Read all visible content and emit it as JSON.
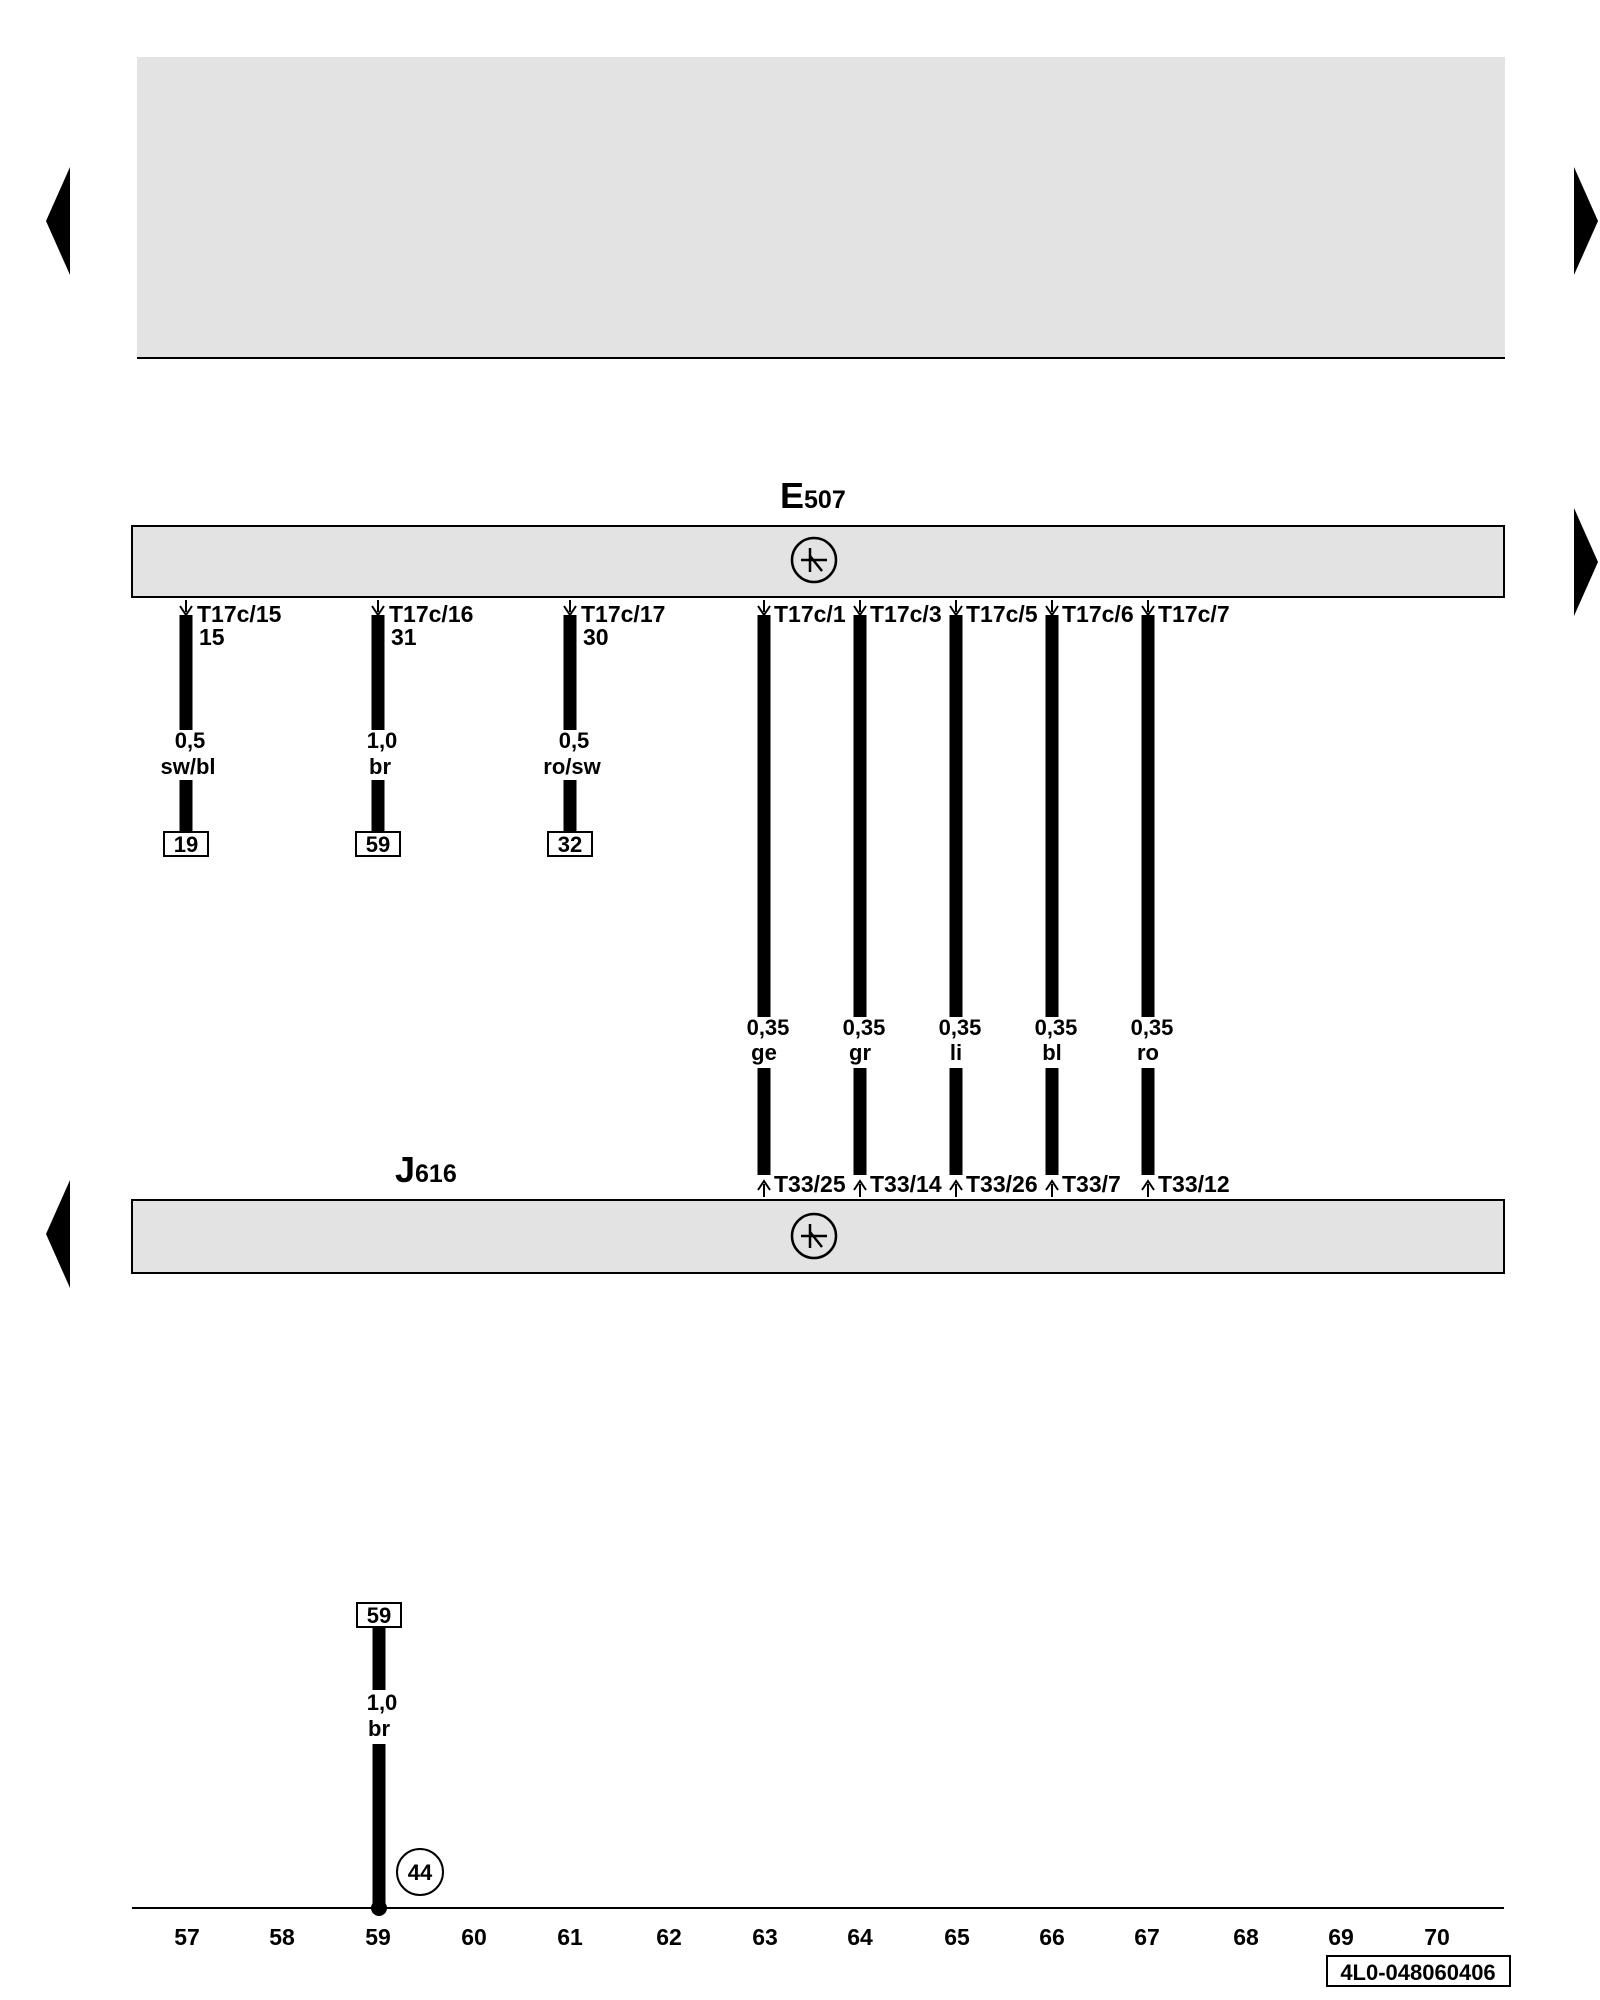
{
  "components": {
    "upper": {
      "name_main": "E",
      "name_sub": "507"
    },
    "lower": {
      "name_main": "J",
      "name_sub": "616"
    }
  },
  "left_wires": [
    {
      "pin": "T17c/15",
      "terminal": "15",
      "gauge": "0,5",
      "color": "sw/bl",
      "ref": "19"
    },
    {
      "pin": "T17c/16",
      "terminal": "31",
      "gauge": "1,0",
      "color": "br",
      "ref": "59"
    },
    {
      "pin": "T17c/17",
      "terminal": "30",
      "gauge": "0,5",
      "color": "ro/sw",
      "ref": "32"
    }
  ],
  "bus_wires": [
    {
      "pin_top": "T17c/1",
      "pin_bottom": "T33/25",
      "gauge": "0,35",
      "color": "ge"
    },
    {
      "pin_top": "T17c/3",
      "pin_bottom": "T33/14",
      "gauge": "0,35",
      "color": "gr"
    },
    {
      "pin_top": "T17c/5",
      "pin_bottom": "T33/26",
      "gauge": "0,35",
      "color": "li"
    },
    {
      "pin_top": "T17c/6",
      "pin_bottom": "T33/7",
      "gauge": "0,35",
      "color": "bl"
    },
    {
      "pin_top": "T17c/7",
      "pin_bottom": "T33/12",
      "gauge": "0,35",
      "color": "ro"
    }
  ],
  "ground_wire": {
    "ref": "59",
    "gauge": "1,0",
    "color": "br",
    "ground_point": "44"
  },
  "grid_numbers": [
    "57",
    "58",
    "59",
    "60",
    "61",
    "62",
    "63",
    "64",
    "65",
    "66",
    "67",
    "68",
    "69",
    "70"
  ],
  "diagram_code": "4L0-048060406",
  "colors": {
    "box_fill": "#e3e3e3",
    "line": "#000000"
  }
}
